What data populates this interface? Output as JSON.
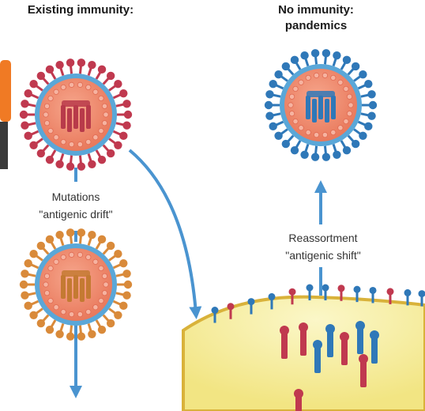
{
  "headings": {
    "existing": "Existing immunity:",
    "none_line1": "No immunity:",
    "none_line2": "pandemics"
  },
  "labels": {
    "drift_line1": "Mutations",
    "drift_line2": "\"antigenic drift\"",
    "shift_line1": "Reassortment",
    "shift_line2": "\"antigenic shift\""
  },
  "colors": {
    "drift_virus_spikes": "#c0394f",
    "drifted_virus_spikes": "#d98a3a",
    "pandemic_virus_spikes": "#2f78b8",
    "envelope": "#5aa7d8",
    "virus_core": "#f08a6c",
    "cell": "#f6ee9a",
    "cell_border": "#d9b23a",
    "arrow": "#4a94d0",
    "person_shirt": "#f07a24"
  },
  "icons": [
    "virus-icon",
    "person-icon",
    "host-cell-icon",
    "arrow-icon"
  ]
}
